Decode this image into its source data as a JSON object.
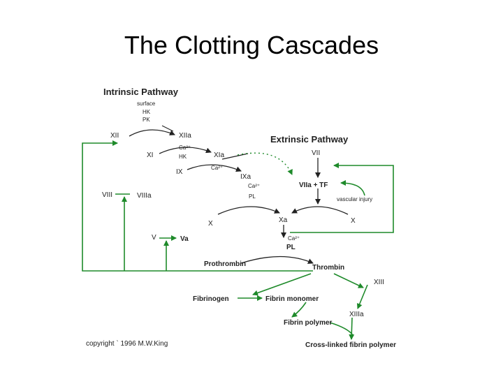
{
  "title": "The Clotting Cascades",
  "intrinsic": {
    "heading": "Intrinsic Pathway",
    "surface": "surface",
    "hk": "HK",
    "pk": "PK",
    "xii": "XII",
    "xiia": "XIIa",
    "xi": "XI",
    "ca1": "Ca²⁺",
    "hk2": "HK",
    "xia": "XIa",
    "ix": "IX",
    "ca2": "Ca²⁺",
    "ixa": "IXa",
    "ca3": "Ca²⁺",
    "pl1": "PL",
    "viii": "VIII",
    "viiia": "VIIIa",
    "x_left": "X"
  },
  "extrinsic": {
    "heading": "Extrinsic Pathway",
    "vii": "VII",
    "viia_tf": "VIIa + TF",
    "vascular_injury": "vascular injury",
    "x_right": "X"
  },
  "common": {
    "xa": "Xa",
    "ca4": "Ca²⁺",
    "pl2": "PL",
    "v": "V",
    "va": "Va",
    "prothrombin": "Prothrombin",
    "thrombin": "Thrombin",
    "xiii": "XIII",
    "fibrinogen": "Fibrinogen",
    "fibrin_monomer": "Fibrin monomer",
    "xiiia": "XIIIa",
    "fibrin_polymer": "Fibrin polymer",
    "crosslinked": "Cross-linked fibrin polymer"
  },
  "copyright": "copyright ` 1996 M.W.King",
  "colors": {
    "green": "#1e8a2a",
    "dark": "#222222"
  }
}
